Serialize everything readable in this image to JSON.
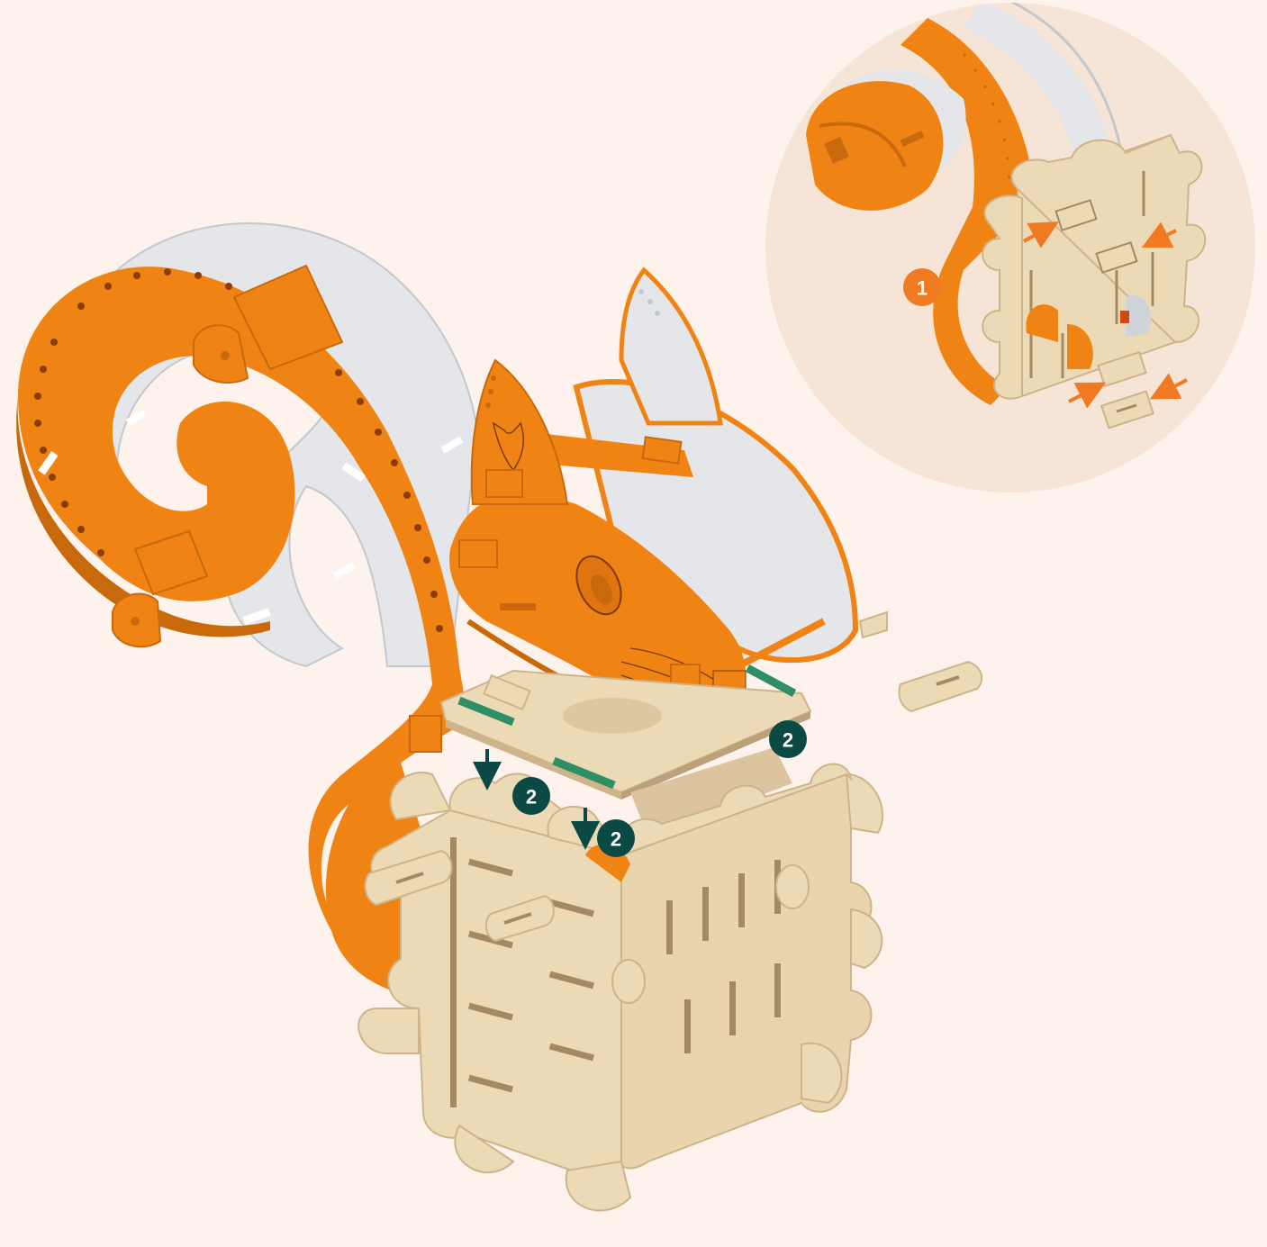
{
  "colors": {
    "background": "#fdf3ec",
    "inset_circle": "#f6e4d6",
    "orange": "#ef8414",
    "orange_dark": "#c86a0c",
    "orange_edge": "#f59a30",
    "grey_panel": "#e4e6ea",
    "grey_edge": "#c4c7cc",
    "wood": "#ecd9b6",
    "wood_dark": "#cdb48a",
    "wood_slot": "#a48a62",
    "accent_orange": "#f07a22",
    "accent_teal": "#0b4a44",
    "glue_green": "#2e8f64"
  },
  "figure": {
    "description_icon": "squirrel-flat-pack-assembly",
    "inset_step_badge": {
      "label": "1"
    },
    "step_badges": [
      {
        "label": "2"
      },
      {
        "label": "2"
      },
      {
        "label": "2"
      }
    ]
  }
}
